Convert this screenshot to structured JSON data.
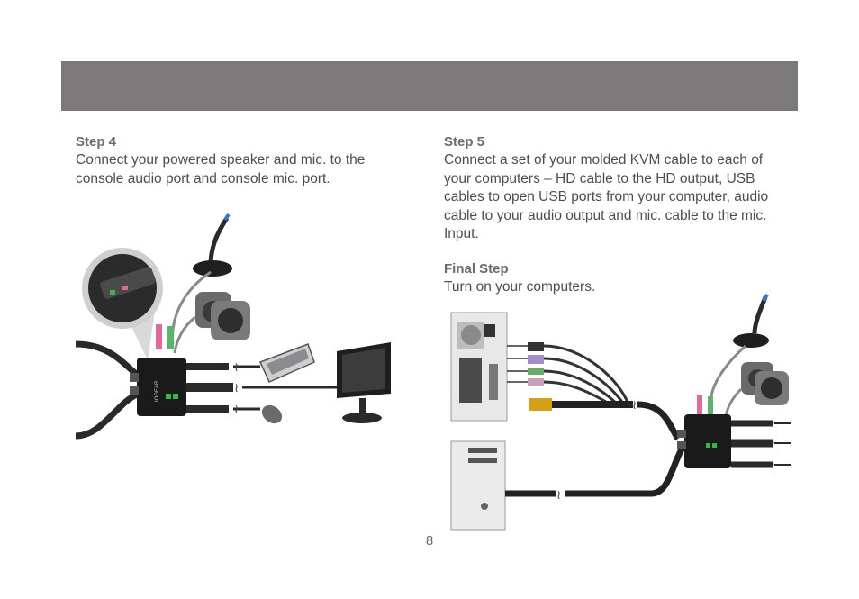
{
  "header": {
    "color": "#7b797a"
  },
  "step4": {
    "title": "Step 4",
    "body": "Connect your powered speaker and mic. to the console audio port and console mic. port."
  },
  "step5": {
    "title": "Step 5",
    "body": "Connect a set of your molded KVM cable to each of your computers – HD cable to the HD output, USB cables to open USB ports from your computer, audio cable to your audio output and mic. cable to the mic. Input."
  },
  "final_step": {
    "title": "Final Step",
    "body": "Turn on your computers."
  },
  "kvm_brand": "IOGEAR",
  "page_number": "8"
}
